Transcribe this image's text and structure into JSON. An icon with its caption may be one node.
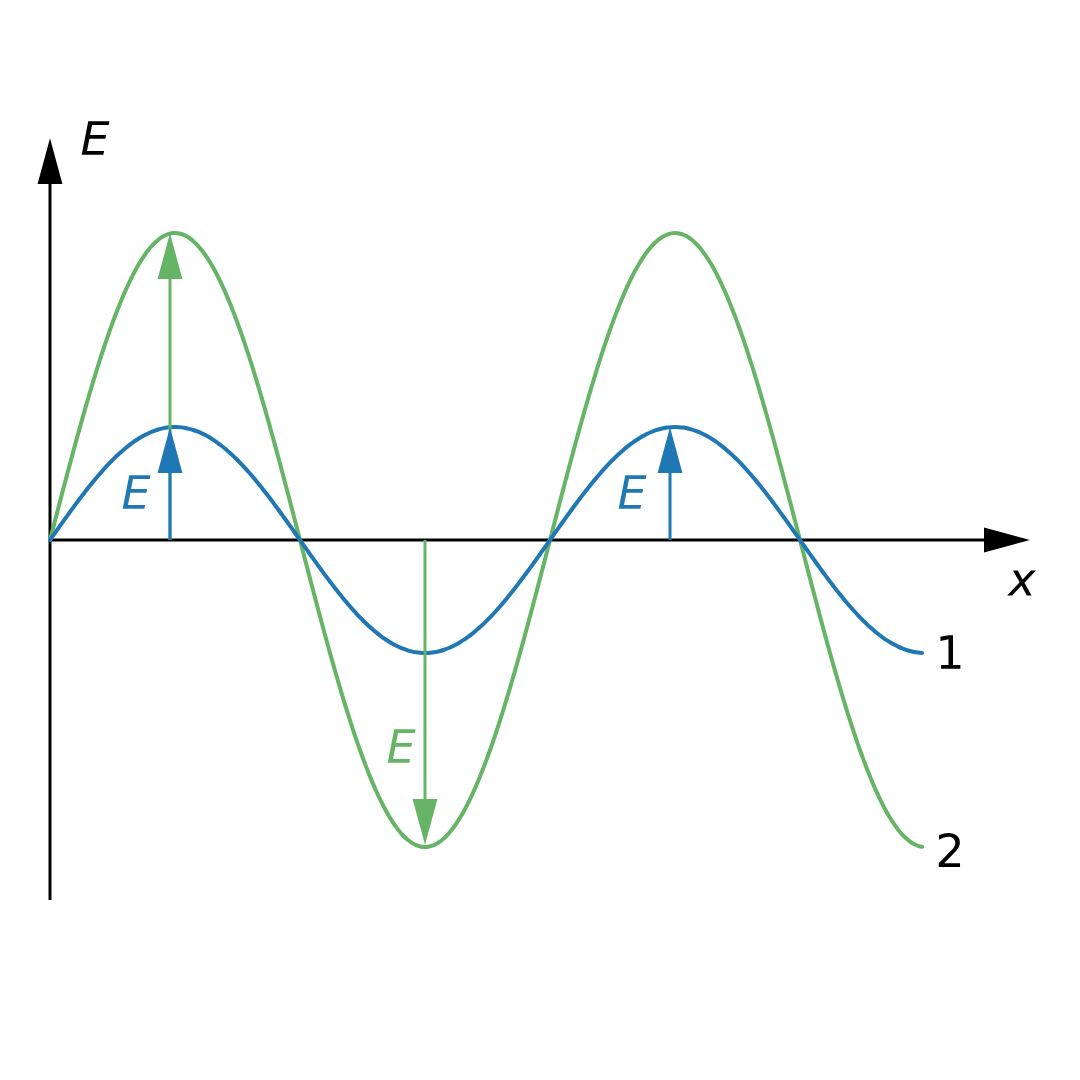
{
  "diagram": {
    "labels": [
      "E",
      "E",
      "E",
      "x",
      "E",
      "1",
      "2"
    ]
  }
}
